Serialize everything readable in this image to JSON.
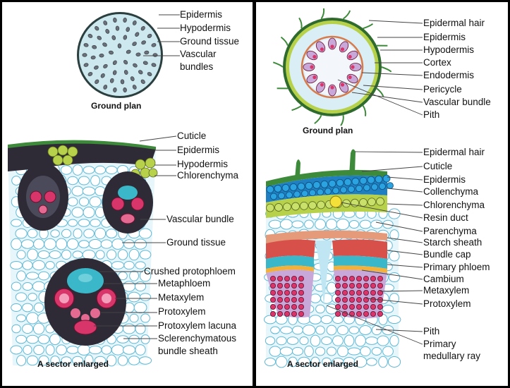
{
  "left_panel": {
    "ground_plan": {
      "caption": "Ground plan",
      "labels": [
        "Epidermis",
        "Hypodermis",
        "Ground tissue",
        "Vascular",
        "bundles"
      ]
    },
    "sector": {
      "caption": "A sector enlarged",
      "labels": [
        "Cuticle",
        "Epidermis",
        "Hypodermis",
        "Chlorenchyma",
        "Vascular bundle",
        "Ground tissue",
        "Crushed protophloem",
        "Metaphloem",
        "Metaxylem",
        "Protoxylem",
        "Protoxylem lacuna",
        "Sclerenchymatous",
        "bundle sheath"
      ]
    }
  },
  "right_panel": {
    "ground_plan": {
      "caption": "Ground plan",
      "labels": [
        "Epidermal hair",
        "Epidermis",
        "Hypodermis",
        "Cortex",
        "Endodermis",
        "Pericycle",
        "Vascular bundle",
        "Pith"
      ]
    },
    "sector": {
      "caption": "A sector enlarged",
      "labels": [
        "Epidermal hair",
        "Cuticle",
        "Epidermis",
        "Collenchyma",
        "Chlorenchyma",
        "Resin duct",
        "Parenchyma",
        "Starch sheath",
        "Bundle cap",
        "Primary phloem",
        "Cambium",
        "Metaxylem",
        "Protoxylem",
        "Pith",
        "Primary",
        "medullary ray"
      ]
    }
  },
  "colors": {
    "ground_tissue": "#c6e8f2",
    "cell_outline": "#5fb8d6",
    "bundle_sheath": "#3a2e3e",
    "xylem": "#d8356a",
    "epidermis_green": "#3d8a3a",
    "chlorenchyma": "#b7d24a",
    "collenchyma": "#1f7fc0",
    "phloem_cyan": "#3ab7c8"
  }
}
